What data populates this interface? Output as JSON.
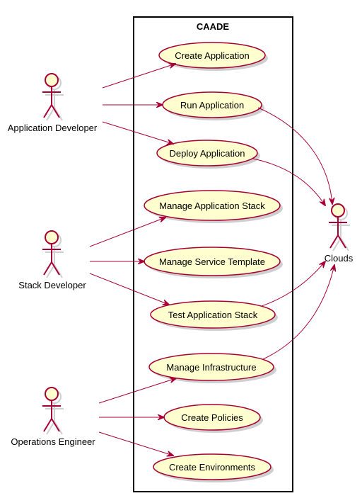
{
  "system": {
    "title": "CAADE"
  },
  "actors": {
    "app_dev": "Application Developer",
    "stack_dev": "Stack Developer",
    "ops_eng": "Operations Engineer",
    "clouds": "Clouds"
  },
  "use_cases": {
    "create_application": "Create Application",
    "run_application": "Run Application",
    "deploy_application": "Deploy Application",
    "manage_application_stack": "Manage Application Stack",
    "manage_service_template": "Manage Service Template",
    "test_application_stack": "Test Application Stack",
    "manage_infrastructure": "Manage Infrastructure",
    "create_policies": "Create Policies",
    "create_environments": "Create Environments"
  },
  "colors": {
    "use_case_fill": "#FEFECE",
    "line": "#A80036",
    "boundary": "#000000"
  }
}
